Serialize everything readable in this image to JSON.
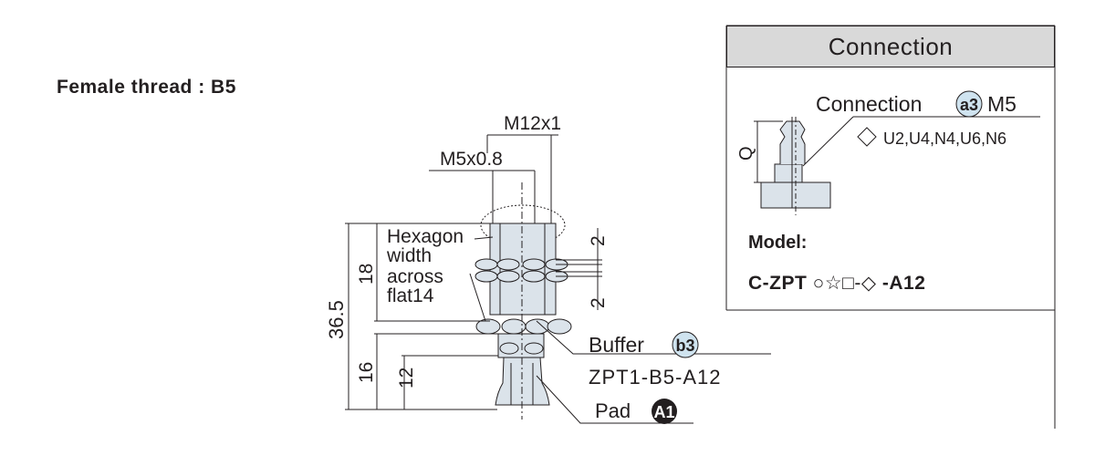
{
  "section_title": "Female thread : B5",
  "dimensions": {
    "m12": "M12x1",
    "m5": "M5x0.8",
    "d2_top": "2",
    "d2_bottom": "2",
    "d18": "18",
    "d36_5": "36.5",
    "d16": "16",
    "d12": "12"
  },
  "hexagon_note": [
    "Hexagon",
    "width",
    "across",
    "flat14"
  ],
  "buffer": {
    "label": "Buffer",
    "badge": "b3",
    "part_no": "ZPT1-B5-A12"
  },
  "pad": {
    "label": "Pad",
    "badge": "A1"
  },
  "connection_panel": {
    "title": "Connection",
    "connection_label": "Connection",
    "connection_badge": "a3",
    "connection_size": "M5",
    "diamond_options": "U2,U4,N4,U6,N6",
    "q_label": "Q",
    "model_label": "Model:",
    "model_prefix": "C-ZPT",
    "model_symbols": "○☆□-◇",
    "model_suffix": "-A12"
  }
}
